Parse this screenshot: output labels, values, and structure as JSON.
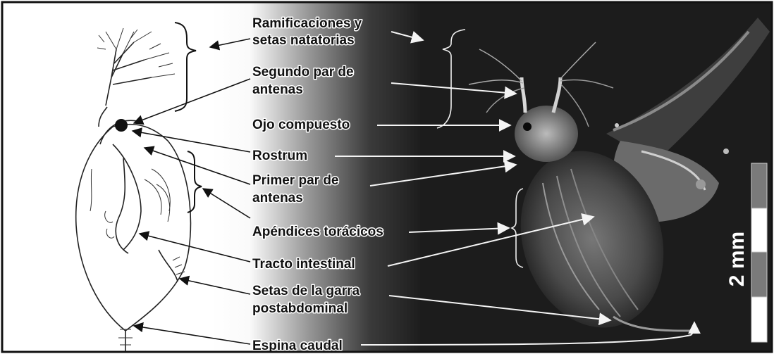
{
  "labels": [
    {
      "line1": "Ramificaciones y",
      "line2": "setas natatorias"
    },
    {
      "line1": "Segundo par de",
      "line2": "antenas"
    },
    {
      "line1": "Ojo compuesto",
      "line2": ""
    },
    {
      "line1": "Rostrum",
      "line2": ""
    },
    {
      "line1": "Primer par de",
      "line2": "antenas"
    },
    {
      "line1": "Apéndices torácicos",
      "line2": ""
    },
    {
      "line1": "Tracto intestinal",
      "line2": ""
    },
    {
      "line1": "Setas de la garra",
      "line2": "postabdominal"
    },
    {
      "line1": "Espina caudal",
      "line2": ""
    }
  ],
  "scale_bar": {
    "label": "2 mm"
  }
}
